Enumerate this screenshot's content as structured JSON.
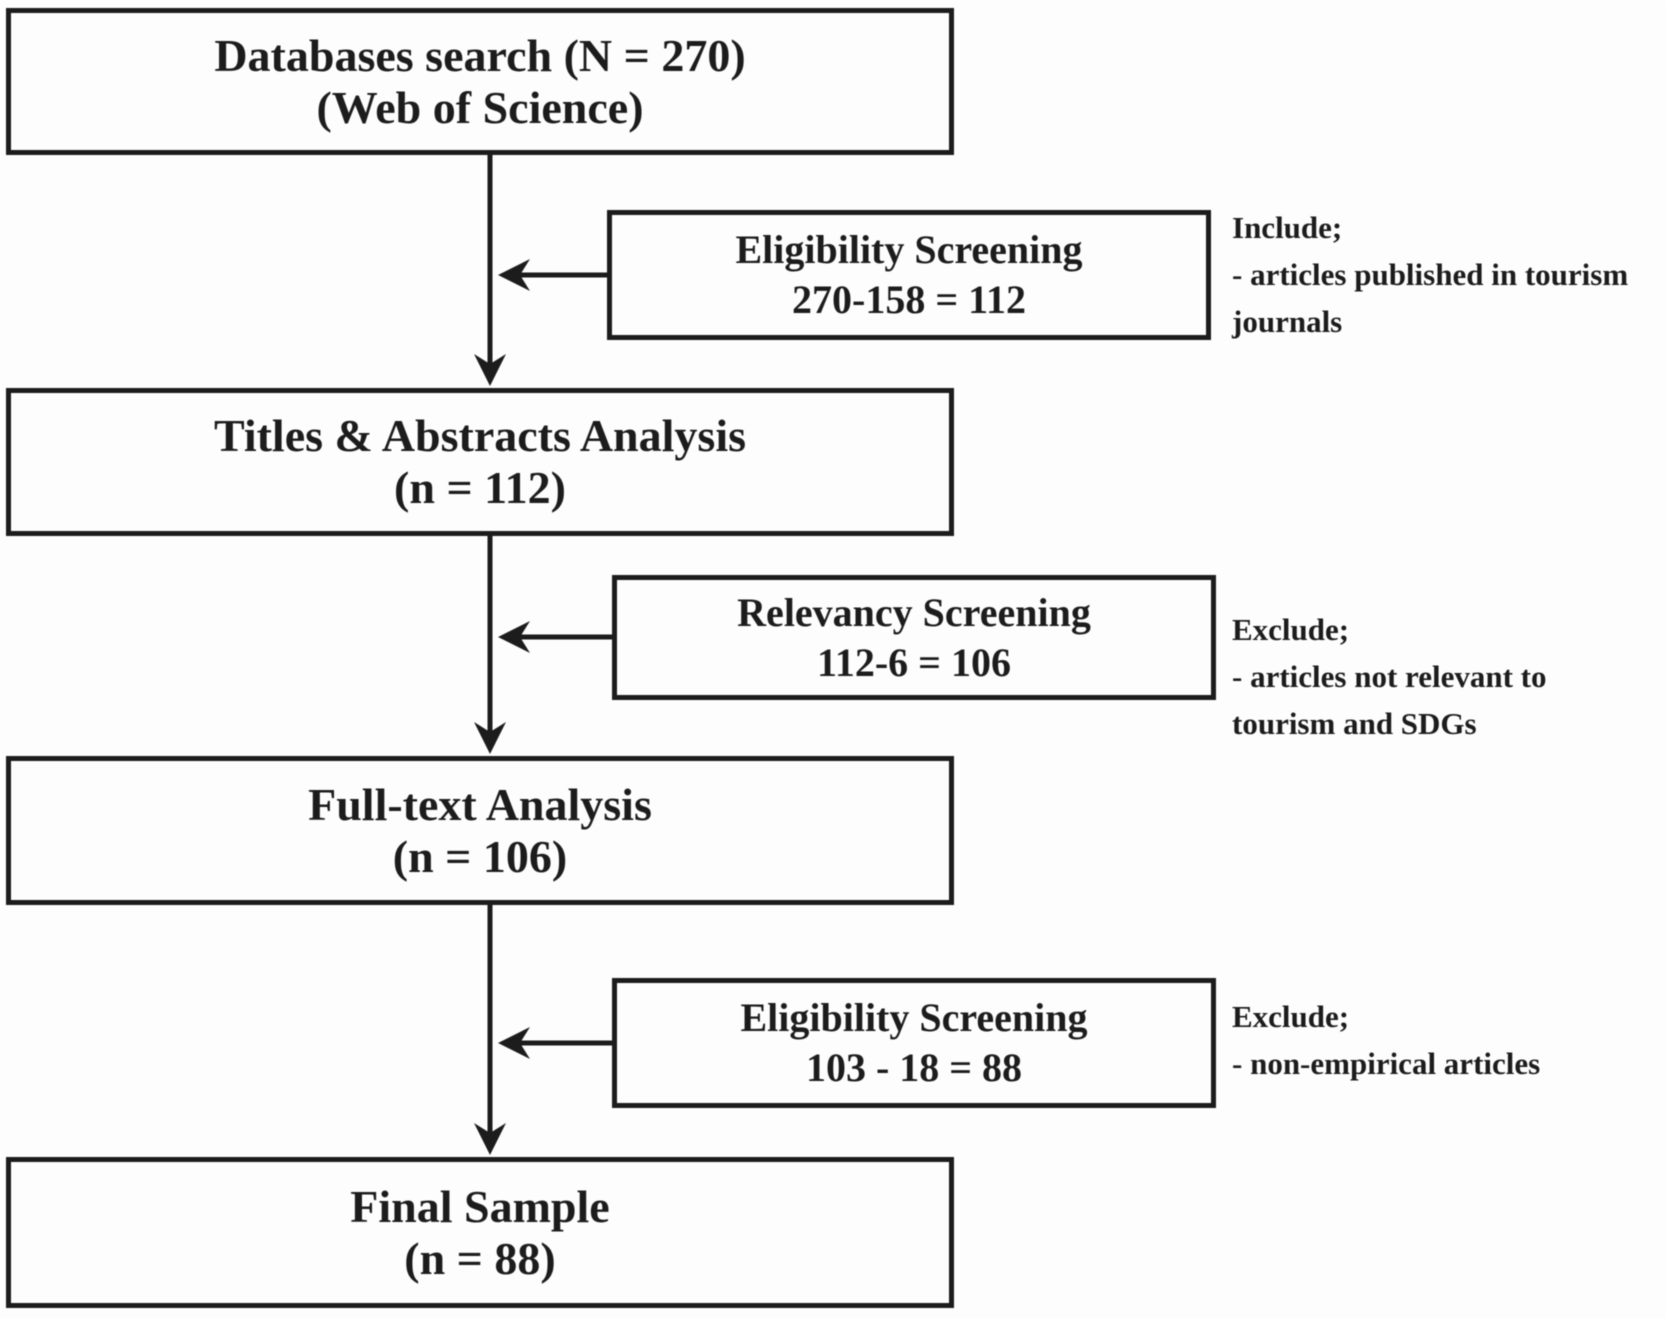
{
  "figure": {
    "description": "Literature screening flow diagram",
    "colors": {
      "ink": "#1c1c1c",
      "background": "#fdfdfd"
    },
    "flow_boxes": [
      {
        "id": "databases-search",
        "lines": [
          "Databases search (N = 270)",
          "(Web of Science)"
        ]
      },
      {
        "id": "titles-abstracts-analysis",
        "lines": [
          "Titles & Abstracts Analysis",
          "(n = 112)"
        ]
      },
      {
        "id": "full-text-analysis",
        "lines": [
          "Full-text Analysis",
          "(n = 106)"
        ]
      },
      {
        "id": "final-sample",
        "lines": [
          "Final Sample",
          "(n = 88)"
        ]
      }
    ],
    "screening_boxes": [
      {
        "id": "eligibility-screening-1",
        "lines": [
          "Eligibility Screening",
          "270-158 = 112"
        ]
      },
      {
        "id": "relevancy-screening",
        "lines": [
          "Relevancy Screening",
          "112-6 = 106"
        ]
      },
      {
        "id": "eligibility-screening-2",
        "lines": [
          "Eligibility Screening",
          "103 - 18 = 88"
        ]
      }
    ],
    "annotations": [
      {
        "id": "include-criteria",
        "lines": [
          "Include;",
          "- articles published in tourism",
          "journals"
        ]
      },
      {
        "id": "exclude-relevancy",
        "lines": [
          "Exclude;",
          "- articles not relevant to",
          "tourism and SDGs"
        ]
      },
      {
        "id": "exclude-non-empirical",
        "lines": [
          "Exclude;",
          "- non-empirical articles"
        ]
      }
    ]
  }
}
